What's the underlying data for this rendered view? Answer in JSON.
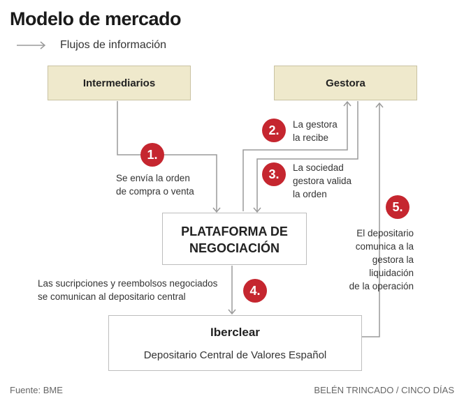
{
  "title": "Modelo de mercado",
  "legend": {
    "label": "Flujos de información"
  },
  "boxes": {
    "intermediarios": "Intermediarios",
    "gestora": "Gestora",
    "plataforma": {
      "line1": "PLATAFORMA DE",
      "line2": "NEGOCIACIÓN"
    },
    "iberclear": {
      "title": "Iberclear",
      "subtitle": "Depositario Central de Valores Español"
    }
  },
  "steps": [
    {
      "number": "1.",
      "lines": [
        "Se envía la orden",
        "de compra o venta"
      ]
    },
    {
      "number": "2.",
      "lines": [
        "La gestora",
        "la recibe"
      ]
    },
    {
      "number": "3.",
      "lines": [
        "La sociedad",
        "gestora valida",
        "la orden"
      ]
    },
    {
      "number": "4.",
      "lines": [
        "Las sucripciones y reembolsos negociados",
        "se comunican al depositario central"
      ]
    },
    {
      "number": "5.",
      "lines": [
        "El depositario",
        "comunica a la",
        "gestora la",
        "liquidación",
        "de la operación"
      ]
    }
  ],
  "footer": {
    "source": "Fuente: BME",
    "credit": "BELÉN TRINCADO / CINCO DÍAS"
  },
  "colors": {
    "box_fill": "#efe9cc",
    "step_red": "#c5262f",
    "arrow": "#9a9a9a"
  }
}
